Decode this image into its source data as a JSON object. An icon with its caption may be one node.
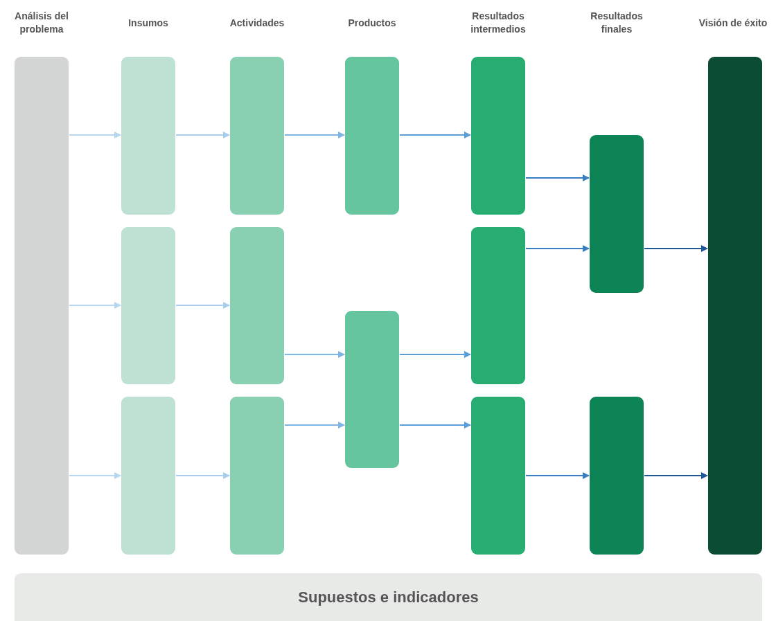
{
  "diagram": {
    "nodes": [
      {
        "text": [],
        "shape": "box"
      },
      {
        "text": [],
        "shape": "box"
      },
      {
        "text": [],
        "shape": "box"
      },
      {
        "text": [],
        "shape": "box"
      },
      {
        "text": [],
        "shape": "box"
      },
      {
        "text": [],
        "shape": "box"
      },
      {
        "text": [],
        "shape": "box"
      },
      {
        "text": [],
        "shape": "box"
      },
      {
        "text": [],
        "shape": "box"
      },
      {
        "text": [],
        "shape": "box"
      },
      {
        "text": [],
        "shape": "box"
      },
      {
        "text": [],
        "shape": "box"
      },
      {
        "text": [],
        "shape": "box"
      },
      {
        "text": [],
        "shape": "box"
      },
      {
        "text": [],
        "shape": "box"
      },
      {
        "text": [
          "Supuestos e indicadores"
        ]
      }
    ],
    "edges": [
      {
        "from": 0,
        "to": 1,
        "arrow": "to",
        "color": "#b8d6ee"
      },
      {
        "from": 0,
        "to": 2,
        "arrow": "to",
        "color": "#b8d6ee"
      },
      {
        "from": 0,
        "to": 3,
        "arrow": "to",
        "color": "#b8d6ee"
      },
      {
        "from": 1,
        "to": 4,
        "arrow": "to",
        "color": "#a9cdec"
      },
      {
        "from": 2,
        "to": 5,
        "arrow": "to",
        "color": "#a9cdec"
      },
      {
        "from": 3,
        "to": 6,
        "arrow": "to",
        "color": "#a9cdec"
      },
      {
        "from": 4,
        "to": 7,
        "arrow": "to",
        "color": "#7fb5e2"
      },
      {
        "from": 5,
        "to": 8,
        "arrow": "to",
        "color": "#7fb5e2"
      },
      {
        "from": 6,
        "to": 8,
        "arrow": "to",
        "color": "#7fb5e2"
      },
      {
        "from": 7,
        "to": 9,
        "arrow": "to",
        "color": "#5a9ed8"
      },
      {
        "from": 8,
        "to": 10,
        "arrow": "to",
        "color": "#5a9ed8"
      },
      {
        "from": 8,
        "to": 11,
        "arrow": "to",
        "color": "#5a9ed8"
      },
      {
        "from": 9,
        "to": 12,
        "arrow": "to",
        "color": "#3a7cc0"
      },
      {
        "from": 10,
        "to": 12,
        "arrow": "to",
        "color": "#3a7cc0"
      },
      {
        "from": 11,
        "to": 13,
        "arrow": "to",
        "color": "#3a7cc0"
      },
      {
        "from": 12,
        "to": 14,
        "arrow": "to",
        "color": "#1f5a98"
      },
      {
        "from": 13,
        "to": 14,
        "arrow": "to",
        "color": "#1f5a98"
      }
    ],
    "labels": [
      "Análisis del problema",
      "Insumos",
      "Actividades",
      "Productos",
      "Resultados intermedios",
      "Resultados finales",
      "Visión de éxito"
    ]
  }
}
